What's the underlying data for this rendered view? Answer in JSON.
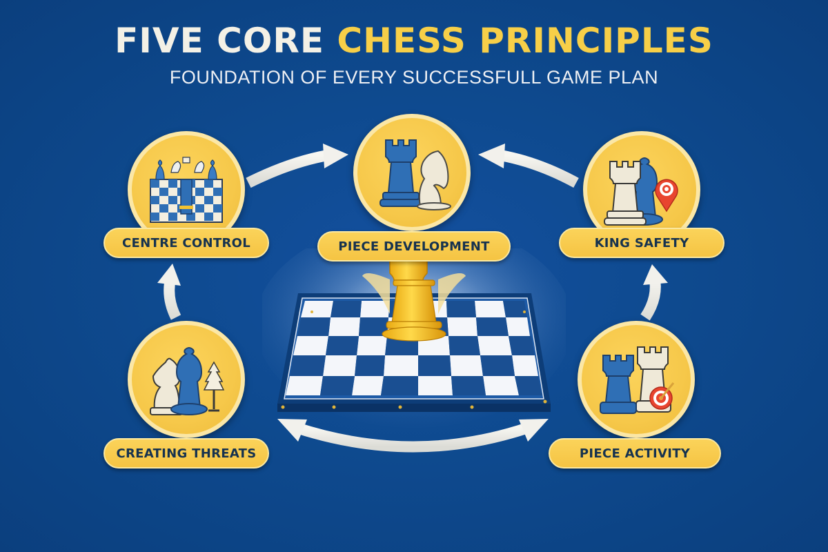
{
  "header": {
    "title_part1": "FIVE CORE ",
    "title_part2": "CHESS PRINCIPLES",
    "subtitle": "FOUNDATION OF EVERY SUCCESSFULL GAME PLAN"
  },
  "principles": [
    {
      "id": "centre-control",
      "label": "CENTRE CONTROL",
      "icon": "chessboard-with-pieces-icon"
    },
    {
      "id": "piece-development",
      "label": "PIECE DEVELOPMENT",
      "icon": "rook-and-knight-icon"
    },
    {
      "id": "king-safety",
      "label": "KING SAFETY",
      "icon": "rook-and-bishop-with-target-pin-icon"
    },
    {
      "id": "creating-threats",
      "label": "CREATING THREATS",
      "icon": "knight-bishop-pawn-icon"
    },
    {
      "id": "piece-activity",
      "label": "PIECE ACTIVITY",
      "icon": "two-rooks-with-target-icon"
    }
  ],
  "center": {
    "icon": "golden-rook-on-chessboard-icon"
  },
  "colors": {
    "background": "#0e4a8f",
    "accent_yellow": "#f7cf48",
    "title_white": "#f4f1e6",
    "label_text": "#16324f",
    "piece_blue": "#2f6fb5",
    "piece_cream": "#efe9d8",
    "arrow": "#eeeeea"
  }
}
